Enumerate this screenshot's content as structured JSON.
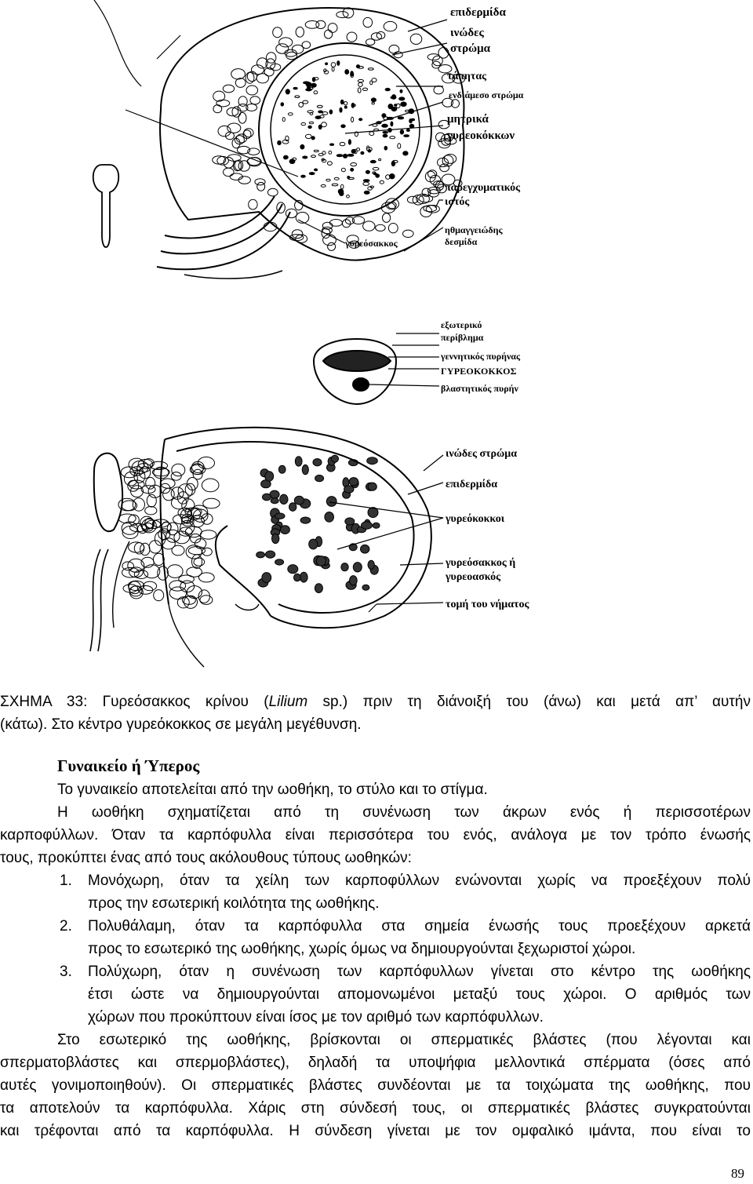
{
  "figures": {
    "top_labels": [
      "επιδερμίδα",
      "ινώδες",
      "στρώμα",
      "τάπητας",
      "ενδιάμεσο στρώμα",
      "μητρικά",
      "γυρεοκόκκων",
      "παρεγχυματικός",
      "ιστός",
      "ηθμαγγειώδης",
      "δεσμίδα",
      "γυρεόσακκος"
    ],
    "middle_labels": [
      "εξωτερικό",
      "περίβλημα",
      "γεννητικός πυρήνας",
      "ΓΥΡΕΟΚΟΚΚΟΣ",
      "βλαστητικός πυρήν"
    ],
    "bottom_labels": [
      "ινώδες στρώμα",
      "επιδερμίδα",
      "γυρεόκοκκοι",
      "γυρεόσακκος ή",
      "γυρεοασκός",
      "τομή του νήματος"
    ]
  },
  "caption": {
    "line1_before": "ΣΧΗΜΑ 33: Γυρεόσακκος κρίνου (",
    "line1_italic": "Lilium",
    "line1_after": " sp.) πριν τη διάνοιξή του (άνω) και μετά απ’ αυτήν",
    "line2": "(κάτω). Στο κέντρο γυρεόκοκκος σε μεγάλη μεγέθυνση."
  },
  "section": {
    "heading": "Γυναικείο ή Ύπερος",
    "p1": "Το γυναικείο αποτελείται από την ωοθήκη, το στύλο και το στίγμα.",
    "p2_line1": "Η ωοθήκη σχηματίζεται από τη συνένωση των άκρων ενός ή περισσοτέρων",
    "p2_line2": "καρποφύλλων. Όταν τα καρπόφυλλα είναι περισσότερα του ενός, ανάλογα με τον τρόπο ένωσής",
    "p2_line3": "τους, προκύπτει ένας από τους ακόλουθους τύπους ωοθηκών:",
    "list": [
      {
        "num": "1.",
        "line1": "Μονόχωρη, όταν τα χείλη των καρποφύλλων ενώνονται χωρίς να προεξέχουν πολύ",
        "line2": "προς την εσωτερική κοιλότητα της ωοθήκης."
      },
      {
        "num": "2.",
        "line1": "Πολυθάλαμη, όταν τα καρπόφυλλα στα σημεία ένωσής τους προεξέχουν αρκετά",
        "line2": "προς το εσωτερικό της ωοθήκης, χωρίς όμως να δημιουργούνται ξεχωριστοί χώροι."
      },
      {
        "num": "3.",
        "line1": "Πολύχωρη, όταν η συνένωση των καρπόφυλλων γίνεται στο κέντρο της ωοθήκης",
        "line2": "έτσι ώστε να δημιουργούνται απομονωμένοι μεταξύ τους χώροι. Ο αριθμός των",
        "line3": "χώρων που προκύπτουν είναι ίσος με τον αριθμό των καρπόφυλλων."
      }
    ],
    "p3_lines": [
      "Στο εσωτερικό της ωοθήκης, βρίσκονται οι σπερματικές βλάστες (που λέγονται και",
      "σπερματοβλάστες και σπερμοβλάστες), δηλαδή τα υποψήφια μελλοντικά σπέρματα (όσες από",
      "αυτές γονιμοποιηθούν). Οι σπερματικές βλάστες συνδέονται με τα τοιχώματα της ωοθήκης, που",
      "τα αποτελούν τα καρπόφυλλα. Χάρις στη σύνδεσή τους, οι σπερματικές βλάστες συγκρατούνται",
      "και τρέφονται από τα καρπόφυλλα. Η σύνδεση γίνεται με τον ομφαλικό ιμάντα, που είναι το"
    ]
  },
  "page_number": "89"
}
